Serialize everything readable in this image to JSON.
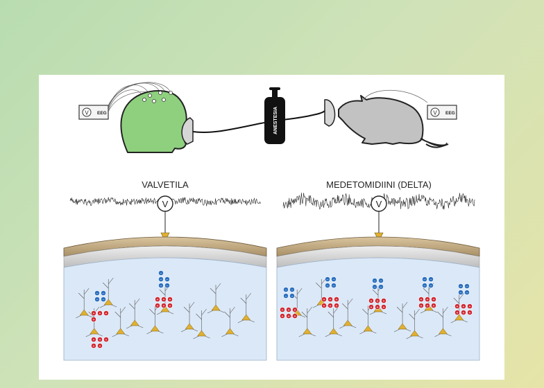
{
  "diagram": {
    "human_eeg_label": "EEG",
    "mouse_eeg_label": "EEG",
    "voltmeter_symbol": "V",
    "tank_label": "ANESTESIA",
    "left_panel_title": "VALVETILA",
    "right_panel_title": "MEDETOMIDIINI (DELTA)",
    "colors": {
      "background_start": "#b8dcb0",
      "background_end": "#e6e4a8",
      "head": "#8fd07f",
      "mouse": "#c2c2c2",
      "tank": "#111111",
      "skull": "#c7b08a",
      "brain_tissue": "#dbe8f7",
      "neuron": "#e0b030",
      "negative_charge": "#2a6fc0",
      "positive_charge": "#d0222c"
    }
  }
}
